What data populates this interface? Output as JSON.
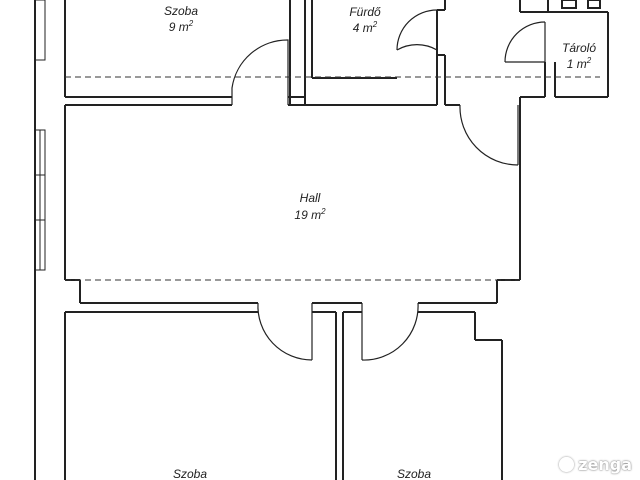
{
  "rooms": [
    {
      "id": "szoba-top",
      "name": "Szoba",
      "area": "9 m",
      "sup": "2"
    },
    {
      "id": "furdo",
      "name": "Fürdő",
      "area": "4 m",
      "sup": "2"
    },
    {
      "id": "tarolo",
      "name": "Tároló",
      "area": "1 m",
      "sup": "2"
    },
    {
      "id": "hall",
      "name": "Hall",
      "area": "19 m",
      "sup": "2"
    },
    {
      "id": "szoba-bottom-left",
      "name": "Szoba"
    },
    {
      "id": "szoba-bottom-right",
      "name": "Szoba"
    }
  ],
  "watermark": {
    "text": "zenga",
    "icon": "zenga-logo-icon"
  }
}
